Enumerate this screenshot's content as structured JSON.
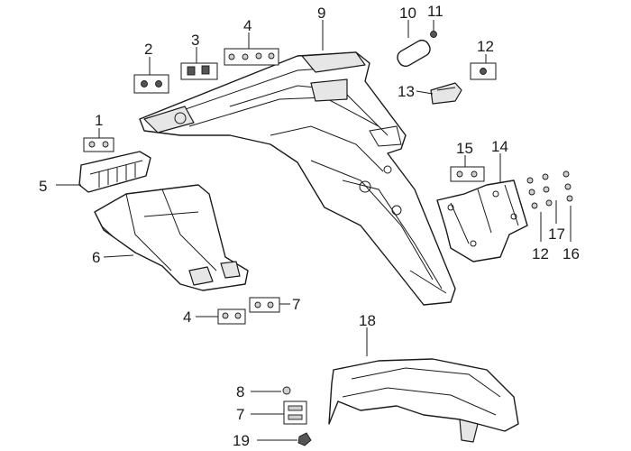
{
  "callouts": {
    "c1": "1",
    "c2": "2",
    "c3": "3",
    "c4a": "4",
    "c4b": "4",
    "c5": "5",
    "c6": "6",
    "c7a": "7",
    "c7b": "7",
    "c8": "8",
    "c9": "9",
    "c10": "10",
    "c11": "11",
    "c12a": "12",
    "c12b": "12",
    "c13": "13",
    "c14": "14",
    "c15": "15",
    "c16": "16",
    "c17": "17",
    "c18": "18",
    "c19": "19"
  },
  "colors": {
    "line": "#1a1a1a",
    "shade": "#e6e6e6",
    "hardware": "#cfcfcf"
  }
}
